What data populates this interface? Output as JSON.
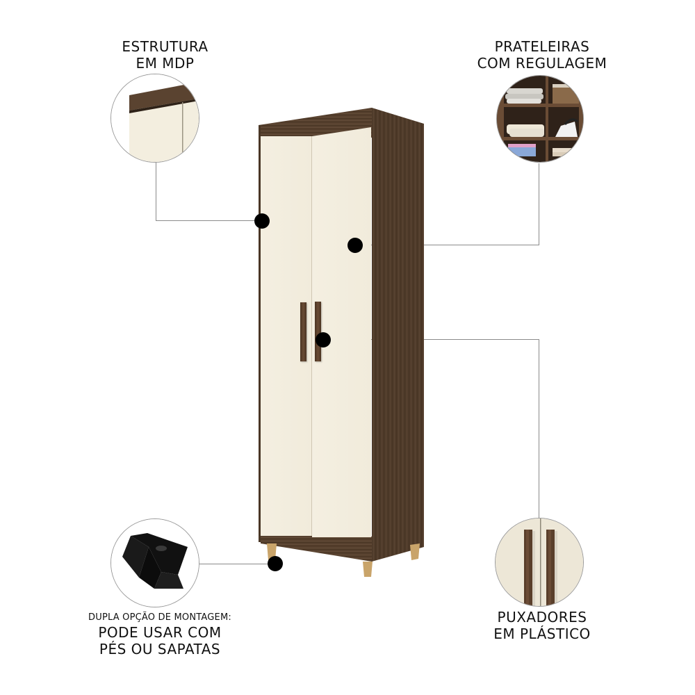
{
  "callouts": {
    "structure": {
      "lines": [
        "ESTRUTURA",
        "EM MDP"
      ],
      "icon": "cabinet-top-corner-detail"
    },
    "shelves": {
      "lines": [
        "PRATELEIRAS",
        "COM REGULAGEM"
      ],
      "icon": "shelves-with-laundry-detail"
    },
    "mounting": {
      "subtitle": "DUPLA OPÇÃO DE MONTAGEM:",
      "lines": [
        "PODE USAR COM",
        "PÉS OU SAPATAS"
      ],
      "icon": "black-plastic-shoe-bracket"
    },
    "handles": {
      "lines": [
        "PUXADORES",
        "EM PLÁSTICO"
      ],
      "icon": "wood-bar-handles-detail"
    }
  },
  "product": {
    "type": "two-door tall cabinet",
    "colors": {
      "frame": "#4f3a29",
      "doors": "#f3eedf",
      "handles": "#5a3f2b",
      "feet": "#c9a46a"
    }
  },
  "style": {
    "connector_color": "#8a8a8a",
    "dot_color": "#000000",
    "circle_border": "#9a9a9a"
  }
}
